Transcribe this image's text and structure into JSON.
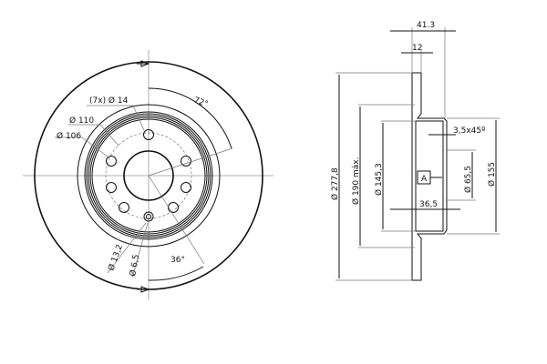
{
  "front_view": {
    "bolt_holes": "(7x) Ø 14",
    "d110": "Ø 110",
    "d106": "Ø 106",
    "angle72": "72°",
    "angle36": "36°",
    "d13_2": "Ø 13,2",
    "d6_5": "Ø 6,5"
  },
  "side_view": {
    "width_total": "41.3",
    "thickness": "12",
    "d277_8": "Ø 277,8",
    "d190": "Ø 190 máx.",
    "d145_3": "Ø 145,3",
    "chamfer": "3,5x45º",
    "datum": "A",
    "d65_5": "Ø 65,5",
    "d155": "Ø 155",
    "depth": "36,5"
  }
}
